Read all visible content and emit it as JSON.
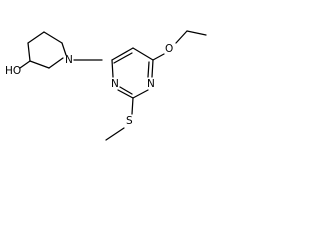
{
  "structure": {
    "atoms": [
      {
        "id": "ho",
        "label": "HO"
      },
      {
        "id": "n_pip",
        "label": "N"
      },
      {
        "id": "n_ring_top",
        "label": "N"
      },
      {
        "id": "n_ring_bottom",
        "label": "N"
      },
      {
        "id": "o_ethoxy",
        "label": "O"
      },
      {
        "id": "s_thio",
        "label": "S"
      }
    ]
  }
}
